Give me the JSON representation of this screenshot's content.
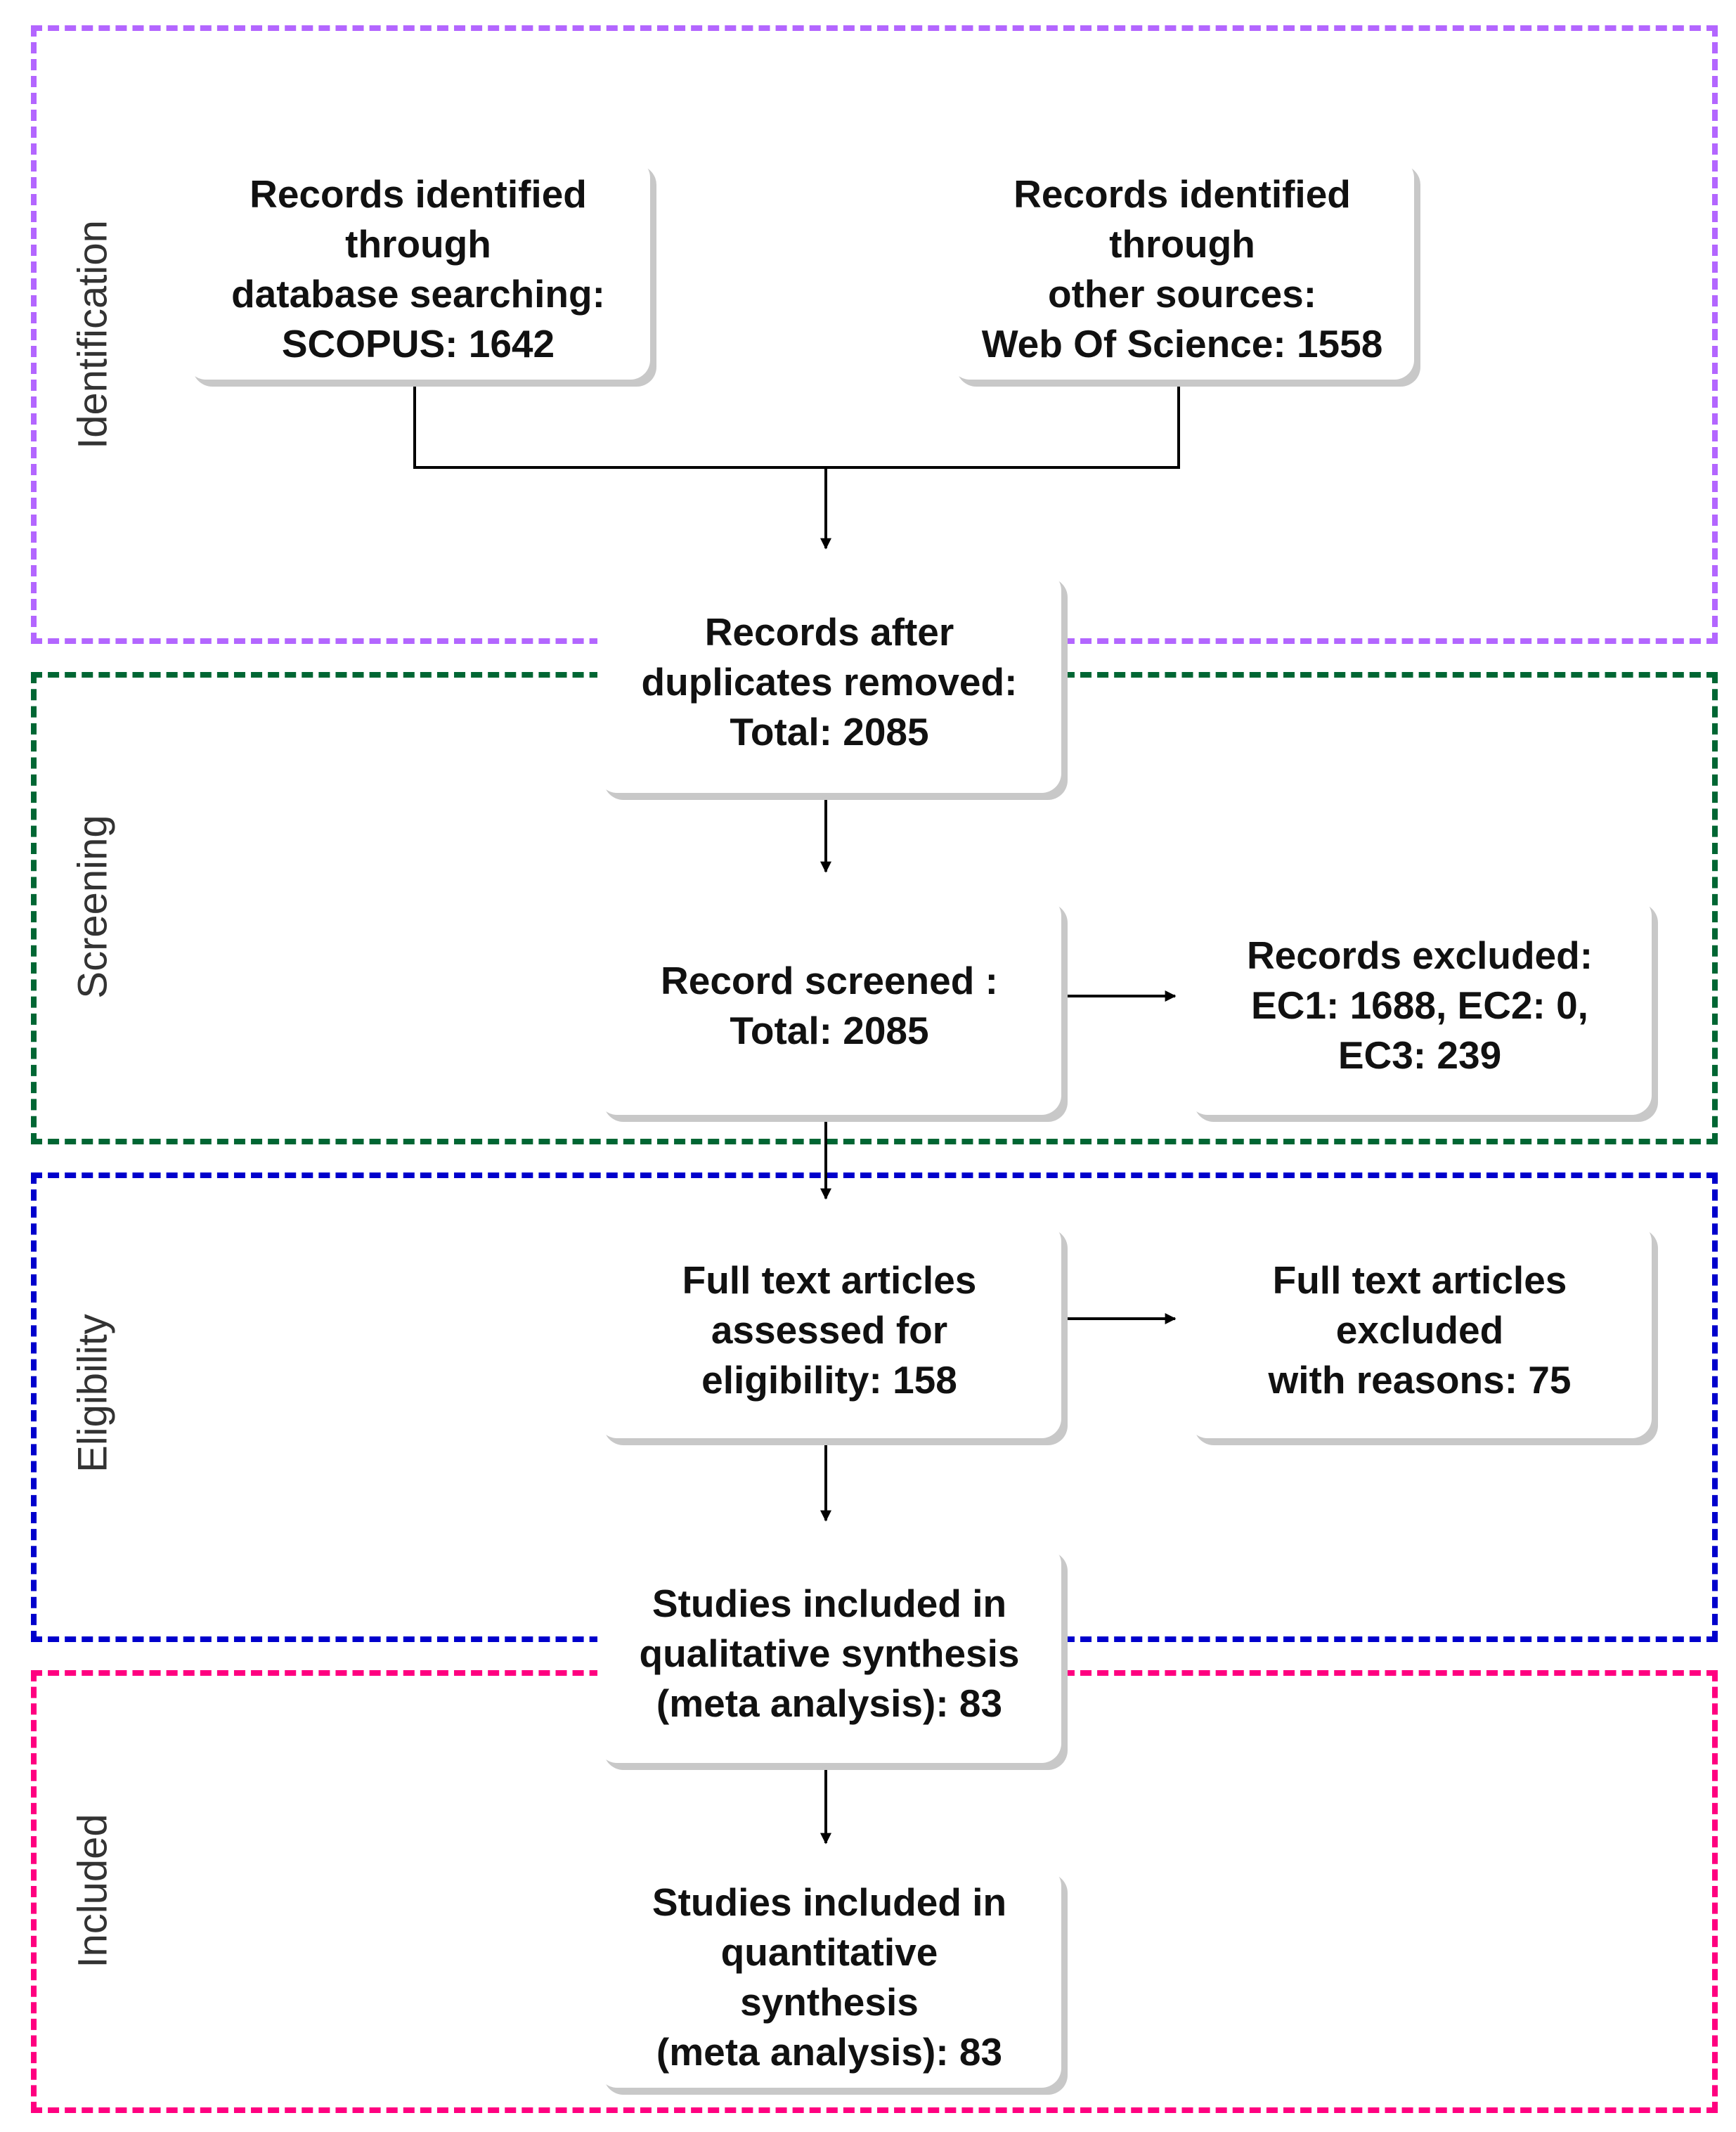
{
  "colors": {
    "identification": "#b366ff",
    "screening": "#006633",
    "eligibility": "#0000cc",
    "included": "#ff0080",
    "connector": "#000000"
  },
  "stages": {
    "identification": "Identification",
    "screening": "Screening",
    "eligibility": "Eligibility",
    "included": "Included"
  },
  "boxes": {
    "scopus": "Records identified\nthrough\ndatabase searching:\nSCOPUS: 1642",
    "wos": "Records identified\nthrough\nother sources:\nWeb Of Science: 1558",
    "duplicates_removed": "Records after\nduplicates removed:\nTotal: 2085",
    "screened": "Record screened :\nTotal: 2085",
    "excluded": "Records excluded:\nEC1: 1688, EC2: 0,\nEC3: 239",
    "full_text_assessed": "Full text articles\nassessed for\neligibility: 158",
    "full_text_excluded": "Full text articles\nexcluded\nwith reasons: 75",
    "qualitative": "Studies included in\nqualitative synthesis\n(meta analysis): 83",
    "quantitative": "Studies included in\nquantitative\nsynthesis\n(meta analysis): 83"
  }
}
